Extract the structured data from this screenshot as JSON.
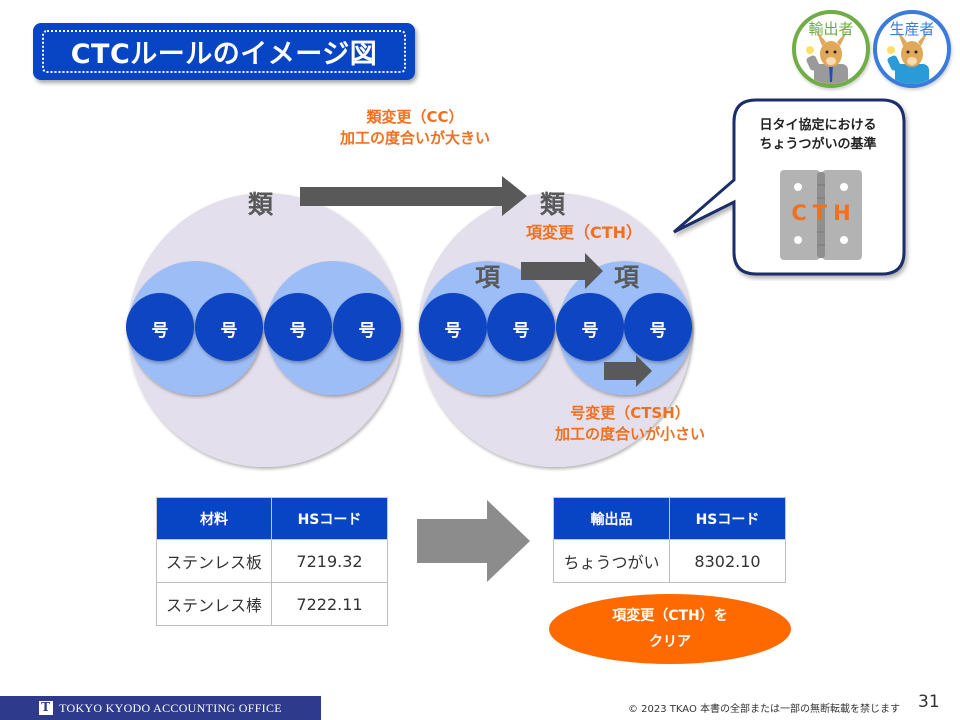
{
  "title": "CTCルールのイメージ図",
  "badges": [
    {
      "label": "輸出者",
      "role": "exporter",
      "color": "#70ad47"
    },
    {
      "label": "生産者",
      "role": "producer",
      "color": "#3a7bdc"
    }
  ],
  "bubble": {
    "line1": "日タイ協定における",
    "line2": "ちょうつがいの基準",
    "hinge_label": "CTH",
    "icon": "hinge-icon"
  },
  "diagram": {
    "cc_label": {
      "line1": "類変更（CC）",
      "line2": "加工の度合いが大きい"
    },
    "cth_label": "項変更（CTH）",
    "ctsh_label": {
      "line1": "号変更（CTSH）",
      "line2": "加工の度合いが小さい"
    },
    "chapter_char": "類",
    "heading_char": "項",
    "subheading_char": "号",
    "colors": {
      "chapter_circle": "#e3dfec",
      "heading_circle": "#9dbdf7",
      "subheading_circle": "#0a44c2",
      "arrow": "#595959",
      "accent": "#f07020"
    }
  },
  "material_table": {
    "headers": [
      "材料",
      "HSコード"
    ],
    "rows": [
      [
        "ステンレス板",
        "7219.32"
      ],
      [
        "ステンレス棒",
        "7222.11"
      ]
    ]
  },
  "product_table": {
    "headers": [
      "輸出品",
      "HSコード"
    ],
    "rows": [
      [
        "ちょうつがい",
        "8302.10"
      ]
    ]
  },
  "result": {
    "line1": "項変更（CTH）を",
    "line2": "クリア"
  },
  "footer": {
    "org": "TOKYO KYODO ACCOUNTING OFFICE",
    "copyright": "© 2023 TKAO 本書の全部または一部の無断転載を禁じます",
    "page": "31"
  }
}
